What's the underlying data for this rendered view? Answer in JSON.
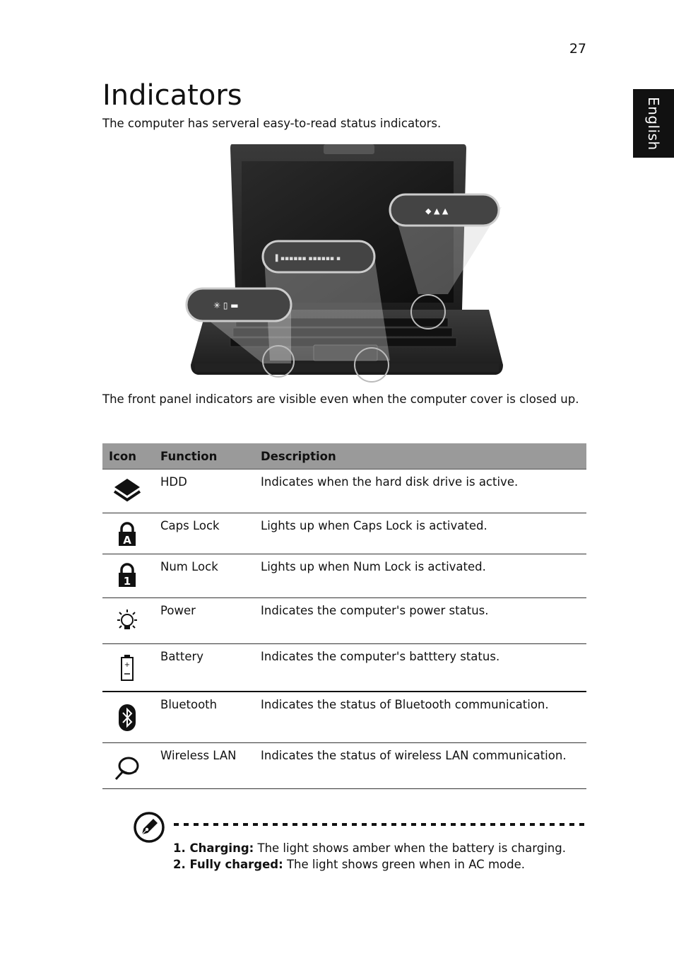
{
  "page_number": "27",
  "language_tab": "English",
  "title": "Indicators",
  "intro": "The computer has serveral easy-to-read status indicators.",
  "front_panel_text": "The front panel indicators are visible even when the computer cover is closed up.",
  "table": {
    "headers": {
      "icon": "Icon",
      "function": "Function",
      "description": "Description"
    },
    "rows": [
      {
        "icon": "hdd-icon",
        "function": "HDD",
        "description": "Indicates when the hard disk drive is active."
      },
      {
        "icon": "caps-lock-icon",
        "function": "Caps Lock",
        "description": "Lights up when Caps Lock is activated."
      },
      {
        "icon": "num-lock-icon",
        "function": "Num Lock",
        "description": "Lights up when Num Lock is activated."
      },
      {
        "icon": "power-icon",
        "function": "Power",
        "description": "Indicates the computer's power status."
      },
      {
        "icon": "battery-icon",
        "function": "Battery",
        "description": "Indicates the computer's batttery status."
      },
      {
        "icon": "bluetooth-icon",
        "function": "Bluetooth",
        "description": "Indicates the status of Bluetooth communication."
      },
      {
        "icon": "wireless-lan-icon",
        "function": "Wireless LAN",
        "description": "Indicates the status of wireless LAN communication."
      }
    ]
  },
  "note": {
    "items": [
      {
        "label": "1. Charging:",
        "text": " The light shows amber when the battery is charging."
      },
      {
        "label": "2. Fully charged:",
        "text": " The light shows green when in AC mode."
      }
    ]
  }
}
